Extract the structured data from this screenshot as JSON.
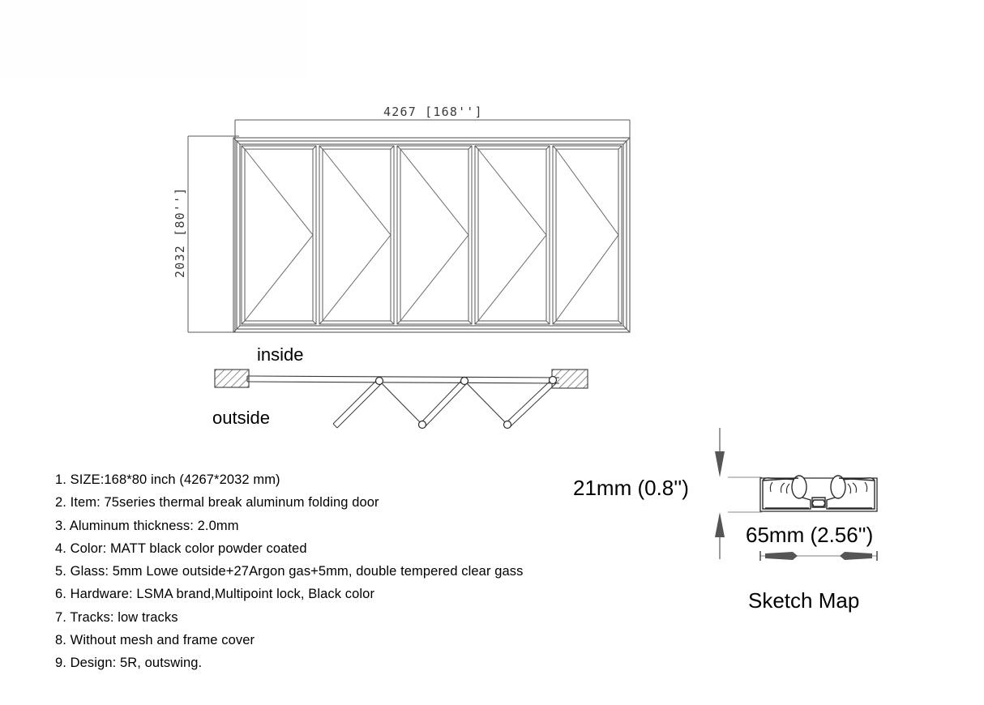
{
  "drawing": {
    "title": "Aluminum Folding Door Technical Drawing",
    "elevation": {
      "dim_width": "4267 [168'']",
      "dim_height": "2032 [80'']",
      "panel_count": 5,
      "swing_direction": "right"
    },
    "plan": {
      "label_inside": "inside",
      "label_outside": "outside",
      "fold_segments": 5,
      "hinge_points": 5
    },
    "sketch": {
      "dim_vertical": "21mm (0.8'')",
      "dim_horizontal": "65mm (2.56'')",
      "caption": "Sketch Map"
    }
  },
  "specs": {
    "items": [
      "1. SIZE:168*80 inch (4267*2032 mm)",
      "2. Item: 75series thermal break aluminum folding door",
      "3. Aluminum thickness: 2.0mm",
      "4. Color: MATT black color powder coated",
      "5. Glass: 5mm Lowe outside+27Argon gas+5mm, double tempered clear gass",
      "6. Hardware: LSMA brand,Multipoint lock, Black color",
      "7. Tracks: low tracks",
      "8. Without mesh and frame cover",
      "9. Design: 5R, outswing."
    ]
  },
  "colors": {
    "line": "#5a5a5a",
    "line_dark": "#2b2b2b",
    "text": "#000000",
    "background": "#ffffff",
    "hatch": "#6e6e6e",
    "arrow_fill": "#555555"
  }
}
